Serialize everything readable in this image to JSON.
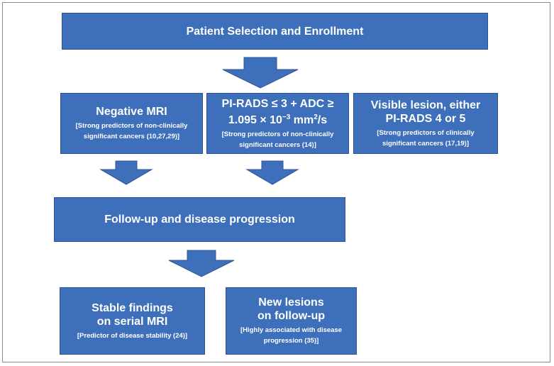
{
  "top": {
    "title": "Patient Selection and Enrollment"
  },
  "negative_mri": {
    "title": "Negative MRI",
    "note_line1": "[Strong predictors of non-clinically",
    "note_line2": "significant cancers (10,27,29)]"
  },
  "pirads": {
    "title_line1": "PI-RADS ≤ 3 + ADC ≥",
    "title_line2_prefix": "1.095 × 10",
    "title_line2_exp": "−3",
    "title_line2_mid": " mm",
    "title_line2_exp2": "2",
    "title_line2_suffix": "/s",
    "note_line1": "[Strong predictors of non-clinically",
    "note_line2": "significant cancers (14)]"
  },
  "visible": {
    "title_line1": "Visible lesion, either",
    "title_line2": "PI-RADS 4 or 5",
    "note_line1": "[Strong predictors of clinically",
    "note_line2": "significant cancers (17,19)]"
  },
  "followup": {
    "title": "Follow-up and disease progression"
  },
  "stable": {
    "title_line1": "Stable findings",
    "title_line2": "on serial MRI",
    "note": "[Predictor of disease stability (24)]"
  },
  "newlesions": {
    "title_line1": "New lesions",
    "title_line2": "on follow-up",
    "note_line1": "[Highly associated with disease",
    "note_line2": "progression (35)]"
  },
  "colors": {
    "box_fill": "#3e6fba",
    "box_border": "#2c5494",
    "text": "#ffffff",
    "frame": "#8c8c8c"
  }
}
